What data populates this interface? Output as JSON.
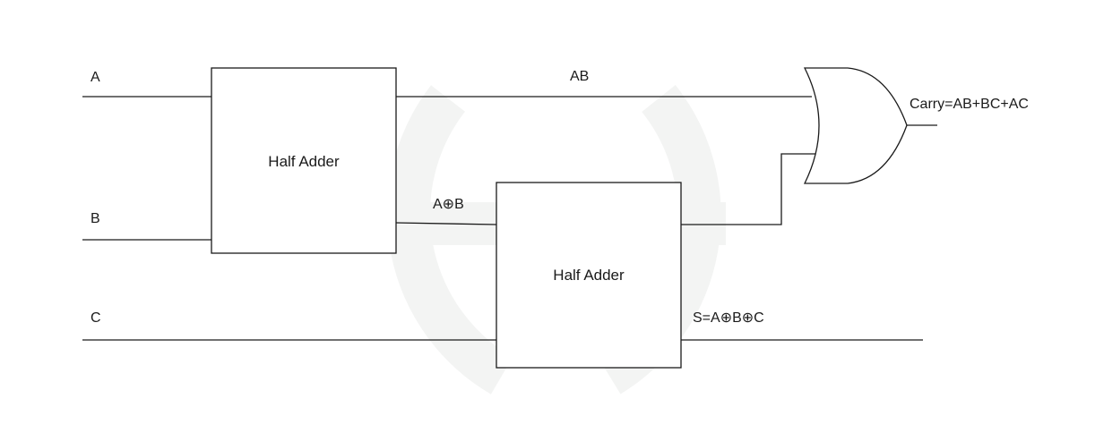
{
  "diagram": {
    "inputs": {
      "a": "A",
      "b": "B",
      "c": "C"
    },
    "half_adder_1": {
      "label": "Half Adder"
    },
    "half_adder_2": {
      "label": "Half Adder"
    },
    "signals": {
      "ab": "AB",
      "a_xor_b": "A⊕B",
      "sum": "S=A⊕B⊕C",
      "carry": "Carry=AB+BC+AC"
    },
    "colors": {
      "line": "#1a1a1a",
      "background": "#ffffff",
      "watermark": "#f3f4f3"
    }
  }
}
